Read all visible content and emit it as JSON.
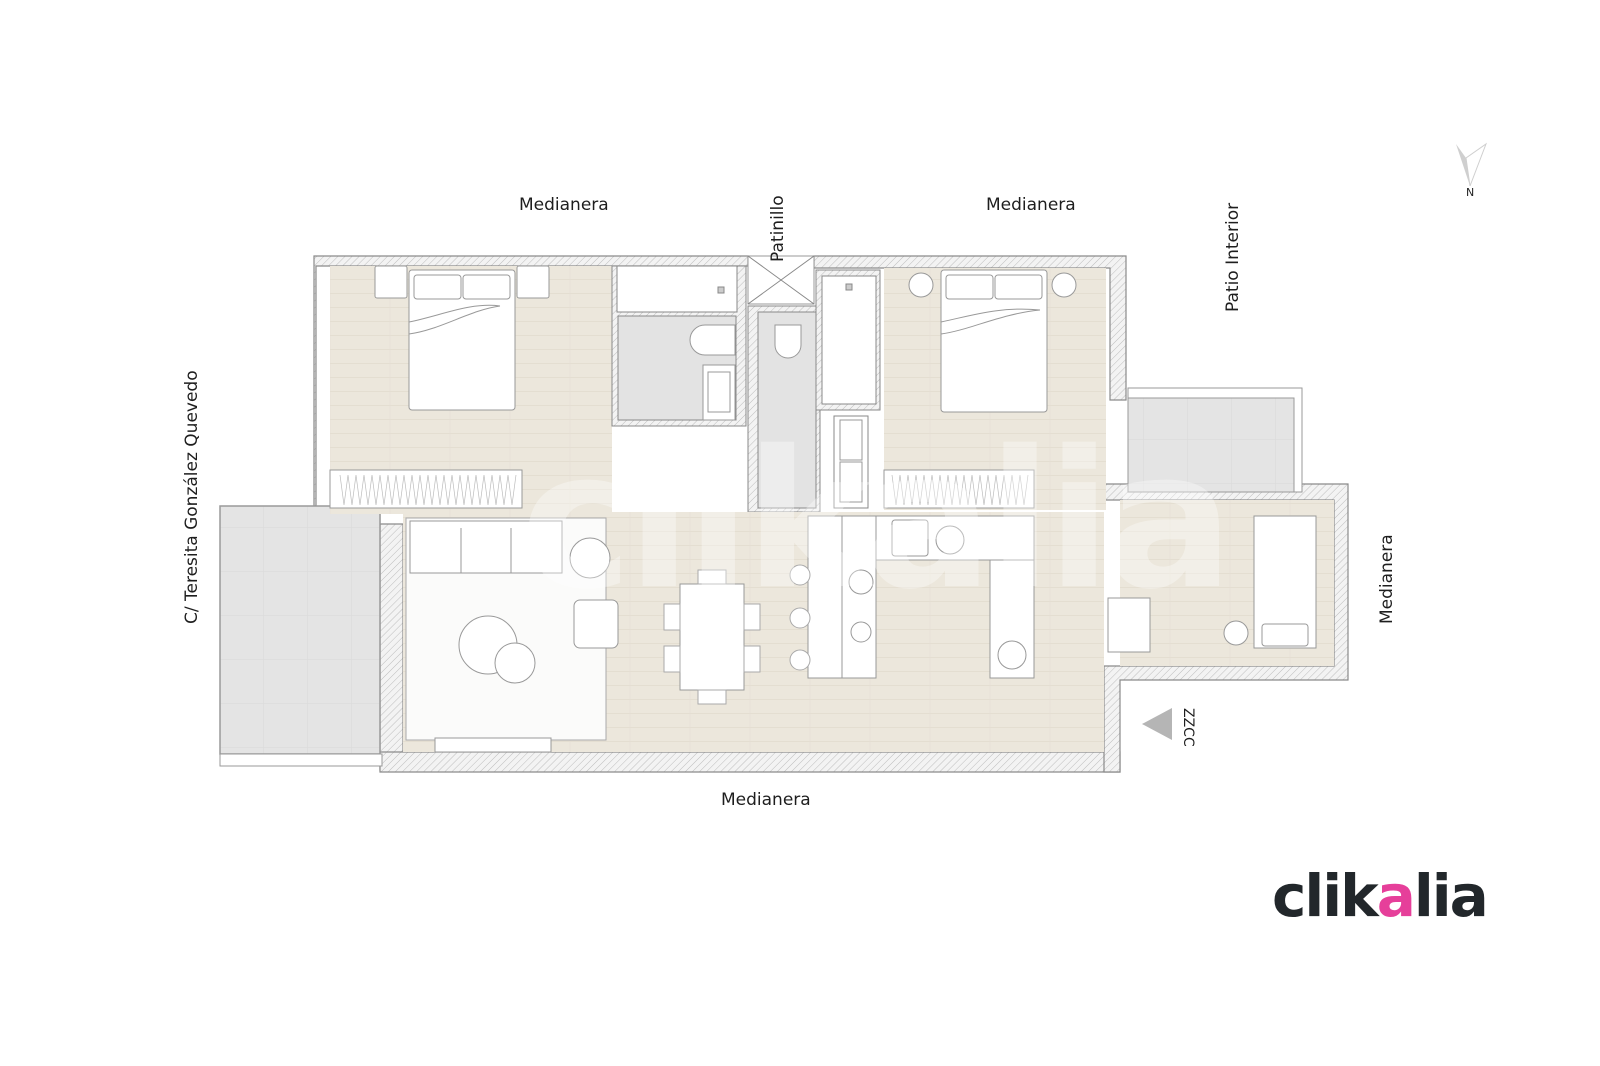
{
  "plan": {
    "labels": {
      "top_left": "Medianera",
      "top_right": "Medianera",
      "patinillo": "Patinillo",
      "patio_interior": "Patio Interior",
      "street": "C/ Teresita González Quevedo",
      "right": "Medianera",
      "bottom": "Medianera",
      "zzcc": "ZZCC",
      "north": "N"
    },
    "colors": {
      "floor_wood": "#ece7dc",
      "tile_gray": "#e3e3e3",
      "wall_fill": "#f2f2f2",
      "wall_line": "#8a8a8a",
      "furniture": "#ffffff",
      "brand_pink": "#e63f9a",
      "brand_dark": "#22272b"
    },
    "rooms": [
      {
        "name": "bedroom-1"
      },
      {
        "name": "bathroom-1"
      },
      {
        "name": "bathroom-2"
      },
      {
        "name": "bedroom-2"
      },
      {
        "name": "bedroom-3"
      },
      {
        "name": "living-room"
      },
      {
        "name": "dining-area"
      },
      {
        "name": "kitchen"
      },
      {
        "name": "terrace-left"
      },
      {
        "name": "terrace-right"
      }
    ]
  },
  "brand": {
    "logo_prefix": "clik",
    "logo_accent": "a",
    "logo_suffix": "lia",
    "watermark": "clikalia"
  }
}
